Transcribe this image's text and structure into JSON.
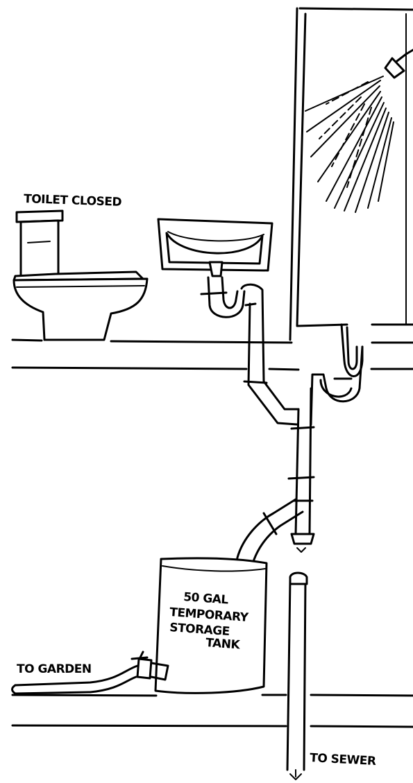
{
  "labels": {
    "toilet": "TOILET CLOSED",
    "tank_line1": "50 GAL",
    "tank_line2": "TEMPORARY",
    "tank_line3": "STORAGE",
    "tank_line4": "TANK",
    "garden": "TO GARDEN",
    "sewer": "TO SEWER"
  },
  "colors": {
    "ink": "#000000",
    "paper": "#ffffff"
  }
}
